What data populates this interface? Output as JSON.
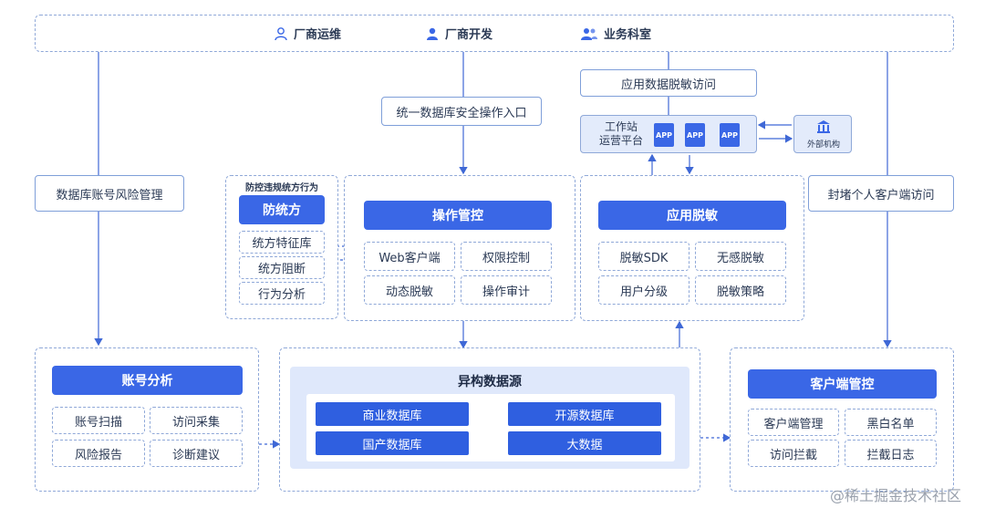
{
  "top_bar": {
    "items": [
      {
        "label": "厂商运维",
        "icon": "person-outline-icon"
      },
      {
        "label": "厂商开发",
        "icon": "person-icon"
      },
      {
        "label": "业务科室",
        "icon": "group-icon"
      }
    ]
  },
  "labels": {
    "account_risk": "数据库账号风险管理",
    "unified_entry": "统一数据库安全操作入口",
    "app_mask_access": "应用数据脱敏访问",
    "block_client": "封堵个人客户端访问",
    "workstation": "工作站\n运营平台",
    "external_org": "外部机构",
    "app_badge": "APP"
  },
  "anti_proxy": {
    "caption": "防控违规统方行为",
    "header": "防统方",
    "items": [
      "统方特征库",
      "统方阻断",
      "行为分析"
    ]
  },
  "ops_control": {
    "header": "操作管控",
    "items": [
      "Web客户端",
      "权限控制",
      "动态脱敏",
      "操作审计"
    ]
  },
  "app_masking": {
    "header": "应用脱敏",
    "items": [
      "脱敏SDK",
      "无感脱敏",
      "用户分级",
      "脱敏策略"
    ]
  },
  "account_analysis": {
    "header": "账号分析",
    "items": [
      "账号扫描",
      "访问采集",
      "风险报告",
      "诊断建议"
    ]
  },
  "hetero_sources": {
    "header": "异构数据源",
    "items": [
      "商业数据库",
      "开源数据库",
      "国产数据库",
      "大数据"
    ]
  },
  "client_control": {
    "header": "客户端管控",
    "items": [
      "客户端管理",
      "黑白名单",
      "访问拦截",
      "拦截日志"
    ]
  },
  "watermark": "@稀土掘金技术社区",
  "colors": {
    "accent": "#3a67e6",
    "dark_accent": "#2f5fe0",
    "line": "#3f68d6",
    "dash": "#8fa8d8"
  }
}
